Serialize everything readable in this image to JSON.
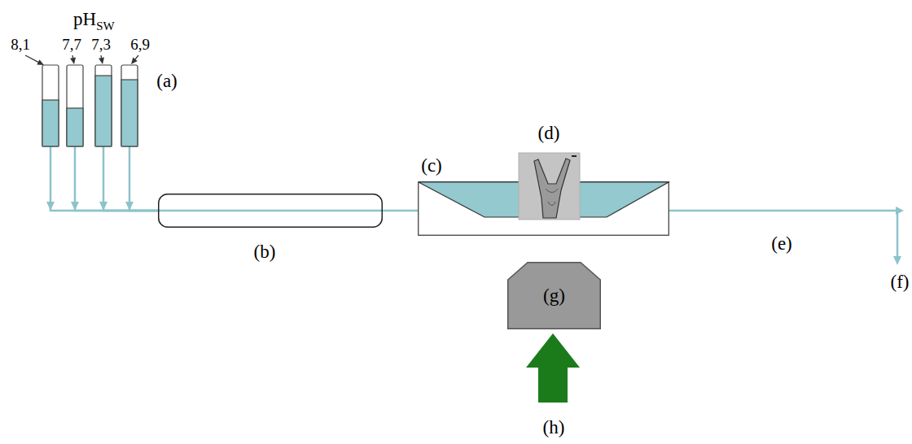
{
  "diagram": {
    "nodes": [
      {
        "text": [
          "8,1"
        ]
      },
      {
        "text": [
          "7,7"
        ]
      },
      {
        "text": [
          "7,3"
        ]
      },
      {
        "text": [
          "6,9"
        ]
      },
      {
        "text": [
          "(b)"
        ]
      },
      {
        "text": [
          "(c)"
        ]
      },
      {
        "text": [
          "(d)"
        ],
        "in": 5
      },
      {
        "text": [
          "(g)"
        ]
      }
    ],
    "edges": [
      {
        "from": 0,
        "to": 4,
        "arrow": "to"
      },
      {
        "from": 1,
        "to": 4,
        "arrow": "to"
      },
      {
        "from": 2,
        "to": 4,
        "arrow": "to"
      },
      {
        "from": 3,
        "to": 4,
        "arrow": "to"
      },
      {
        "from": 4,
        "to": 5,
        "arrow": "none"
      }
    ],
    "labels": [
      "pH",
      "SW",
      "(a)",
      "(e)",
      "(f)",
      "(h)"
    ]
  }
}
